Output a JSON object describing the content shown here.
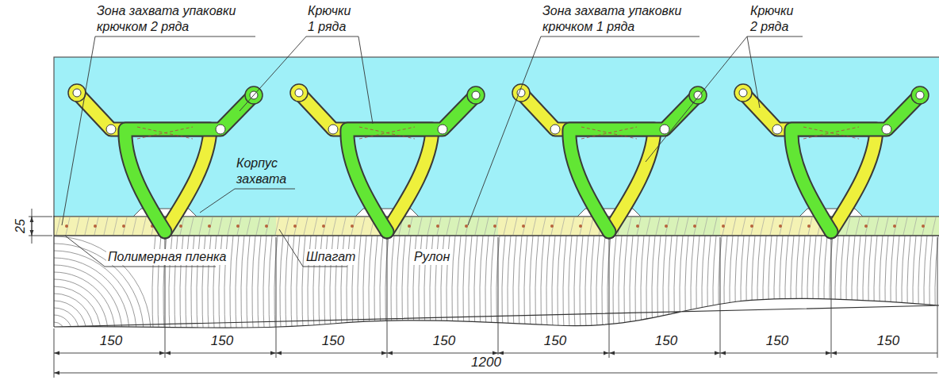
{
  "diagram": {
    "labels": [
      "Зона захвата упаковки крючком 2 ряда",
      "Крючки 1 ряда",
      "Зона захвата упаковки крючком 1 ряда",
      "Крючки 2 ряда",
      "Корпус захвата",
      "25",
      "Полимерная пленка",
      "Шпагат",
      "Рулон",
      "150",
      "150",
      "150",
      "150",
      "150",
      "150",
      "150",
      "150",
      "1200"
    ]
  }
}
